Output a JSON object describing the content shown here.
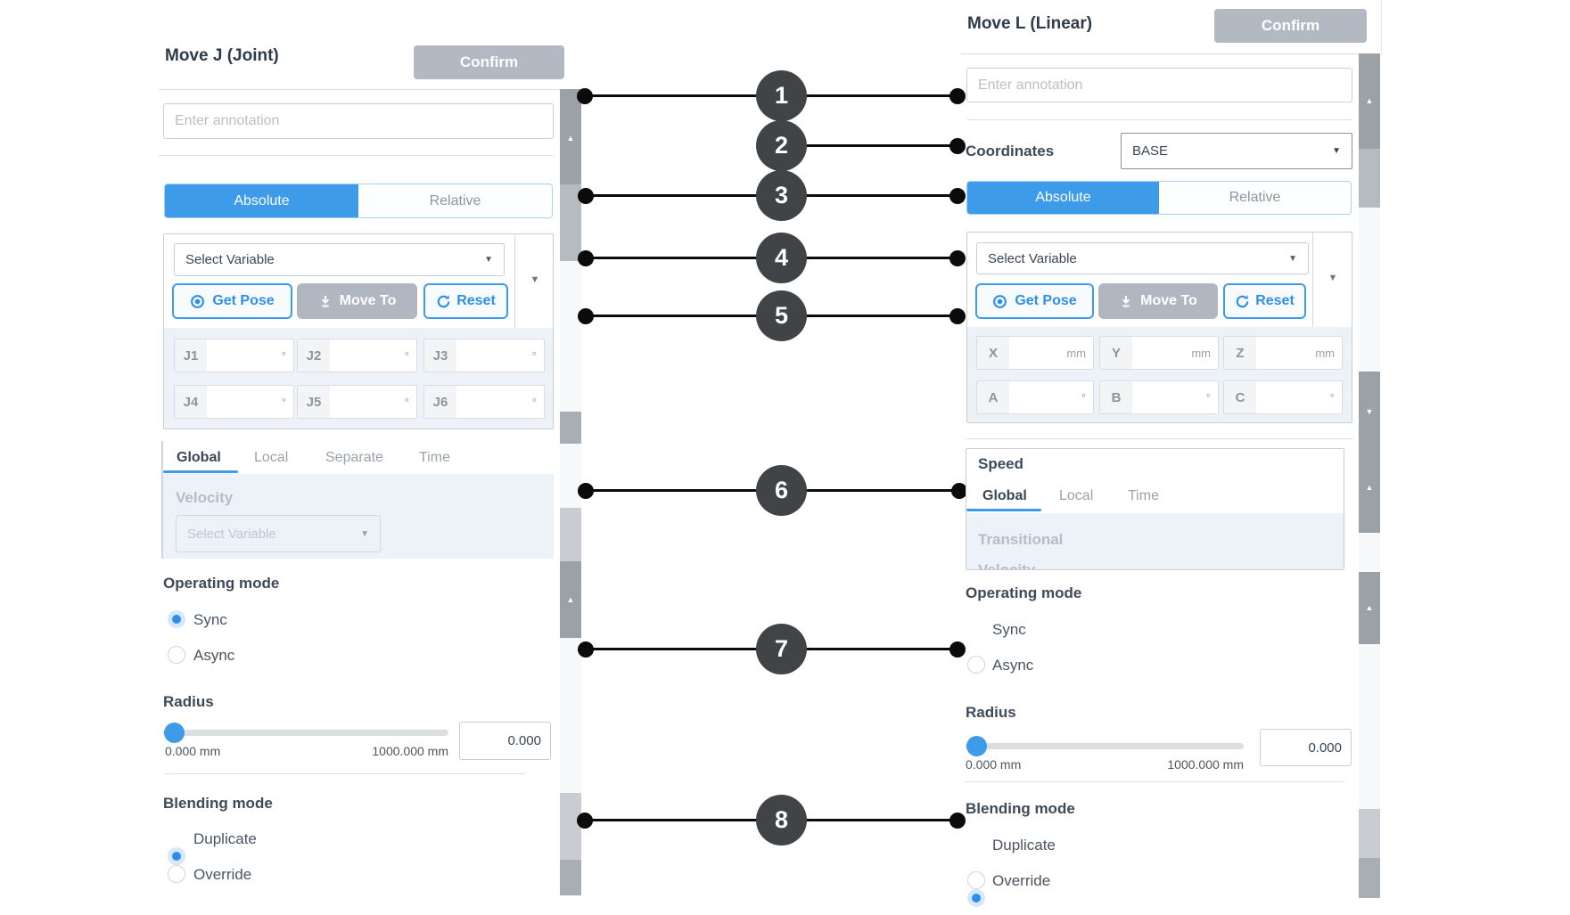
{
  "left_panel": {
    "title": "Move J (Joint)",
    "confirm": "Confirm",
    "annotation_placeholder": "Enter annotation",
    "mode_tabs": {
      "absolute": "Absolute",
      "relative": "Relative"
    },
    "variable_dropdown": "Select Variable",
    "get_pose": "Get Pose",
    "move_to": "Move To",
    "reset": "Reset",
    "joints": [
      {
        "label": "J1",
        "unit": "°"
      },
      {
        "label": "J2",
        "unit": "°"
      },
      {
        "label": "J3",
        "unit": "°"
      },
      {
        "label": "J4",
        "unit": "°"
      },
      {
        "label": "J5",
        "unit": "°"
      },
      {
        "label": "J6",
        "unit": "°"
      }
    ],
    "speed_tabs": {
      "global": "Global",
      "local": "Local",
      "separate": "Separate",
      "time": "Time"
    },
    "velocity_label": "Velocity",
    "velocity_dropdown": "Select Variable",
    "operating_mode": {
      "label": "Operating mode",
      "sync": "Sync",
      "async": "Async",
      "selected": "Sync"
    },
    "radius": {
      "label": "Radius",
      "min_label": "0.000 mm",
      "max_label": "1000.000 mm",
      "value": "0.000"
    },
    "blending": {
      "label": "Blending mode",
      "duplicate": "Duplicate",
      "override": "Override",
      "selected": "Duplicate"
    }
  },
  "right_panel": {
    "title": "Move L (Linear)",
    "confirm": "Confirm",
    "annotation_placeholder": "Enter annotation",
    "coordinates_label": "Coordinates",
    "coordinates_value": "BASE",
    "mode_tabs": {
      "absolute": "Absolute",
      "relative": "Relative"
    },
    "variable_dropdown": "Select Variable",
    "get_pose": "Get Pose",
    "move_to": "Move To",
    "reset": "Reset",
    "position_fields": [
      {
        "label": "X",
        "unit": "mm"
      },
      {
        "label": "Y",
        "unit": "mm"
      },
      {
        "label": "Z",
        "unit": "mm"
      }
    ],
    "orientation_fields": [
      {
        "label": "A",
        "unit": "°"
      },
      {
        "label": "B",
        "unit": "°"
      },
      {
        "label": "C",
        "unit": "°"
      }
    ],
    "speed": {
      "title": "Speed",
      "tabs": {
        "global": "Global",
        "local": "Local",
        "time": "Time"
      },
      "transitional_label": "Transitional",
      "clipped_label": "Velocity"
    },
    "operating_mode": {
      "label": "Operating mode",
      "sync": "Sync",
      "async": "Async",
      "selected": "Sync"
    },
    "radius": {
      "label": "Radius",
      "min_label": "0.000 mm",
      "max_label": "1000.000 mm",
      "value": "0.000"
    },
    "blending": {
      "label": "Blending mode",
      "duplicate": "Duplicate",
      "override": "Override",
      "selected": "Duplicate"
    }
  },
  "callouts": {
    "numbers": [
      "1",
      "2",
      "3",
      "4",
      "5",
      "6",
      "7",
      "8"
    ]
  },
  "colors": {
    "accent_blue": "#3d9be9",
    "callout_dark": "#404447",
    "button_gray": "#b2b9c3",
    "section_bg": "#edf2f9",
    "scroll_dark": "#9ba1a7",
    "scroll_light": "#c9cdd1"
  }
}
